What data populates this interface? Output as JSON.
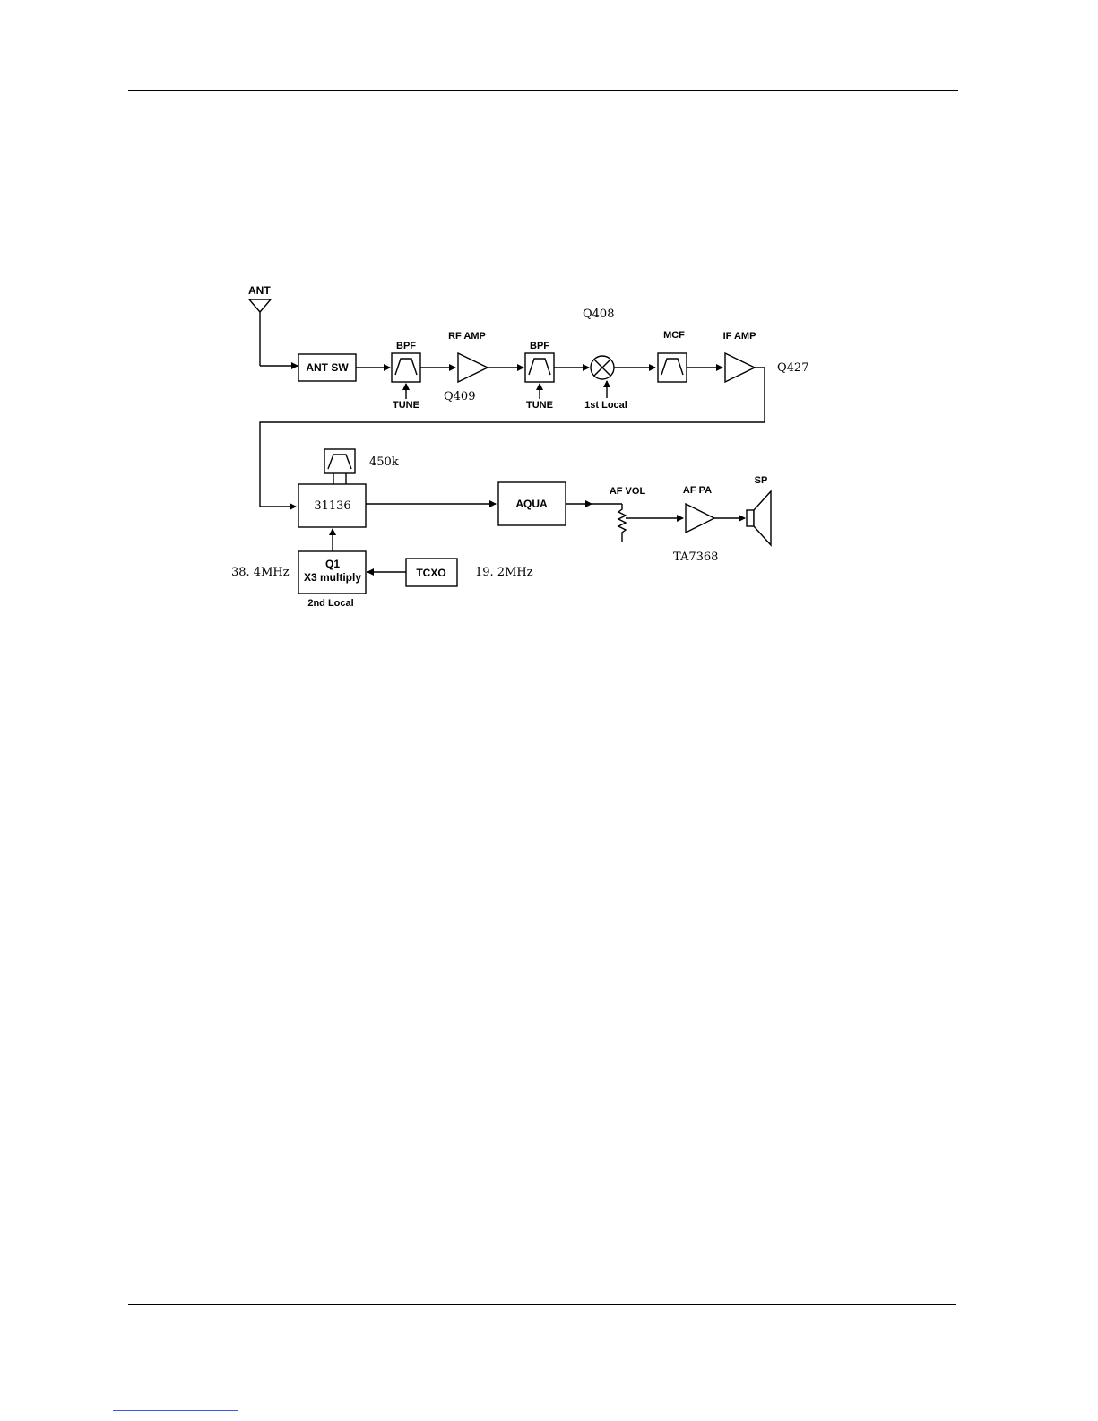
{
  "diagram": {
    "labels": {
      "ant": "ANT",
      "ant_sw": "ANT SW",
      "bpf1": "BPF",
      "tune1": "TUNE",
      "rf_amp": "RF AMP",
      "q409": "Q409",
      "bpf2": "BPF",
      "tune2": "TUNE",
      "q408": "Q408",
      "first_local": "1st Local",
      "mcf": "MCF",
      "if_amp": "IF AMP",
      "q427": "Q427",
      "filter_450k": "450k",
      "ic_31136": "31136",
      "aqua": "AQUA",
      "af_vol": "AF VOL",
      "af_pa": "AF PA",
      "ta7368": "TA7368",
      "sp": "SP",
      "q1": "Q1",
      "x3_multiply": "X3 multiply",
      "second_local": "2nd Local",
      "freq_38": "38. 4MHz",
      "tcxo": "TCXO",
      "freq_19": "19. 2MHz"
    }
  }
}
